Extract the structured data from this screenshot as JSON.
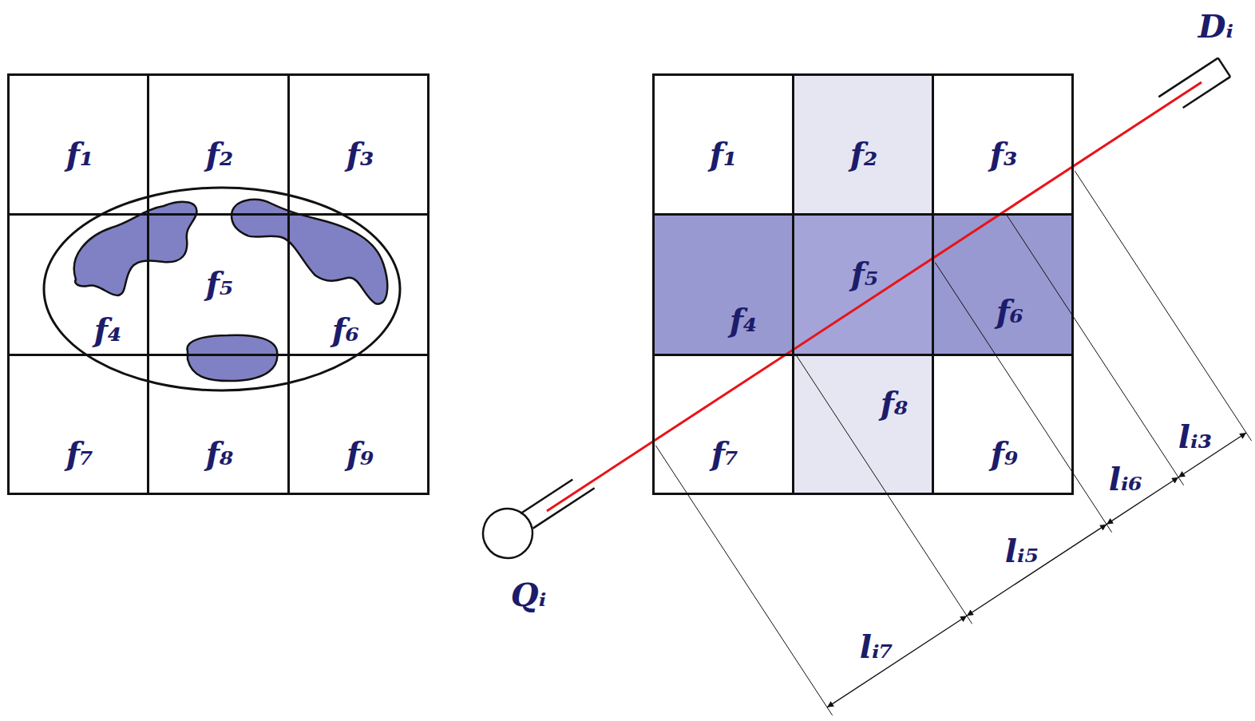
{
  "diagram": {
    "nodes": [
      {
        "text": [
          "f₁"
        ]
      },
      {
        "text": [
          "f₂"
        ]
      },
      {
        "text": [
          "f₃"
        ]
      },
      {
        "text": [
          "f₄"
        ]
      },
      {
        "text": [
          "f₅"
        ]
      },
      {
        "text": [
          "f₆"
        ]
      },
      {
        "text": [
          "f₇"
        ]
      },
      {
        "text": [
          "f₈"
        ]
      },
      {
        "text": [
          "f₉"
        ]
      },
      {
        "text": [
          "f₁"
        ]
      },
      {
        "text": [
          "f₂"
        ]
      },
      {
        "text": [
          "f₃"
        ]
      },
      {
        "text": [
          "f₅"
        ]
      },
      {
        "text": [
          "f₄"
        ]
      },
      {
        "text": [
          "f₆"
        ]
      },
      {
        "text": [
          "f₈"
        ]
      },
      {
        "text": [
          "f₇"
        ]
      },
      {
        "text": [
          "f₉"
        ]
      }
    ],
    "labels": [
      "Dᵢ",
      "lᵢ₃",
      "lᵢ₆",
      "lᵢ₅",
      "Qᵢ",
      "lᵢ₇"
    ]
  }
}
